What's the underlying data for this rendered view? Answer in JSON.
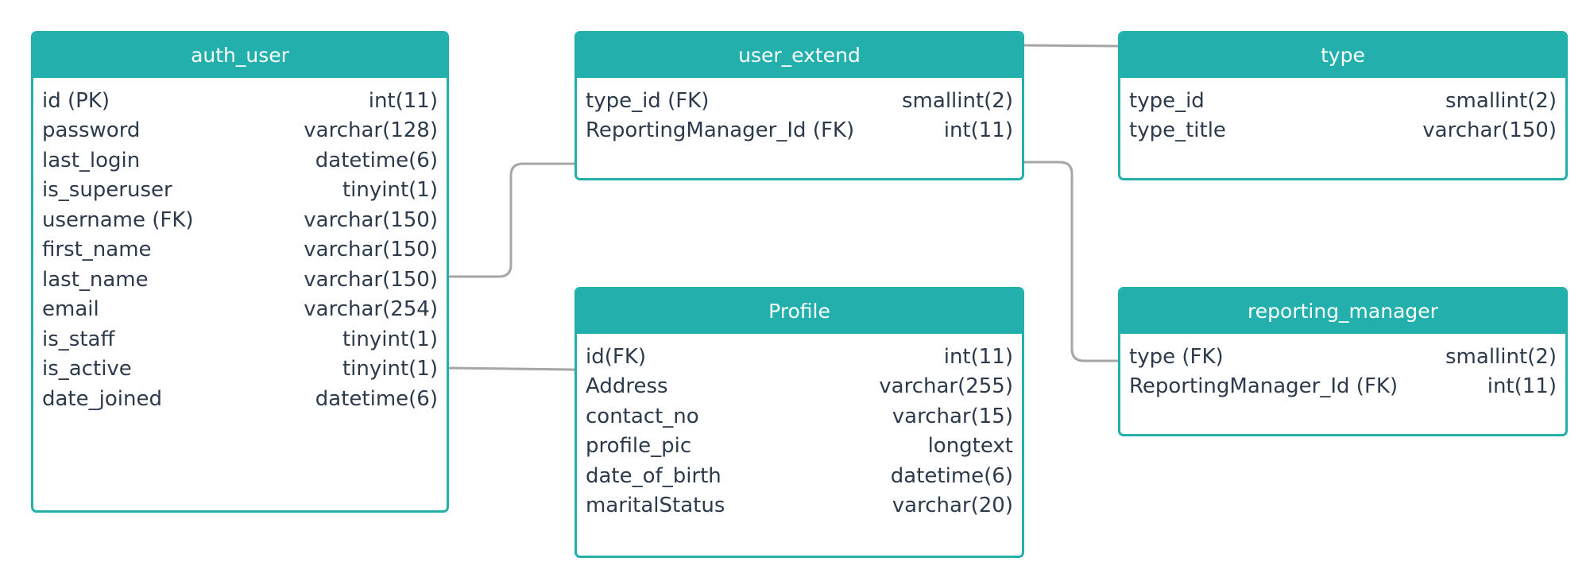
{
  "tables": [
    {
      "id": "auth-user",
      "title": "auth_user",
      "columns": [
        {
          "name": "id (PK)",
          "type": "int(11)"
        },
        {
          "name": "password",
          "type": "varchar(128)"
        },
        {
          "name": "last_login",
          "type": "datetime(6)"
        },
        {
          "name": "is_superuser",
          "type": "tinyint(1)"
        },
        {
          "name": "username (FK)",
          "type": "varchar(150)"
        },
        {
          "name": "first_name",
          "type": "varchar(150)"
        },
        {
          "name": "last_name",
          "type": "varchar(150)"
        },
        {
          "name": "email",
          "type": "varchar(254)"
        },
        {
          "name": "is_staff",
          "type": "tinyint(1)"
        },
        {
          "name": "is_active",
          "type": "tinyint(1)"
        },
        {
          "name": "date_joined",
          "type": "datetime(6)"
        }
      ]
    },
    {
      "id": "user-extend",
      "title": "user_extend",
      "columns": [
        {
          "name": "type_id (FK)",
          "type": "smallint(2)"
        },
        {
          "name": "ReportingManager_Id (FK)",
          "type": "int(11)"
        }
      ]
    },
    {
      "id": "type-table",
      "title": "type",
      "columns": [
        {
          "name": "type_id",
          "type": "smallint(2)"
        },
        {
          "name": "type_title",
          "type": "varchar(150)"
        }
      ]
    },
    {
      "id": "profile",
      "title": "Profile",
      "columns": [
        {
          "name": "id(FK)",
          "type": "int(11)"
        },
        {
          "name": "Address",
          "type": "varchar(255)"
        },
        {
          "name": "contact_no",
          "type": "varchar(15)"
        },
        {
          "name": "profile_pic",
          "type": "longtext"
        },
        {
          "name": "date_of_birth",
          "type": "datetime(6)"
        },
        {
          "name": "maritalStatus",
          "type": "varchar(20)"
        }
      ]
    },
    {
      "id": "reporting-manager",
      "title": "reporting_manager",
      "columns": [
        {
          "name": "type (FK)",
          "type": "smallint(2)"
        },
        {
          "name": "ReportingManager_Id (FK)",
          "type": "int(11)"
        }
      ]
    }
  ],
  "relationships": [
    {
      "from": "auth_user",
      "to": "user_extend"
    },
    {
      "from": "auth_user",
      "to": "Profile"
    },
    {
      "from": "user_extend",
      "to": "type"
    },
    {
      "from": "user_extend",
      "to": "reporting_manager"
    }
  ],
  "colors": {
    "header": "#23b0ad",
    "border": "#23b0ad",
    "header_text": "#ffffff",
    "row_text": "#2d3a4c",
    "connector": "#a6a6a6"
  }
}
